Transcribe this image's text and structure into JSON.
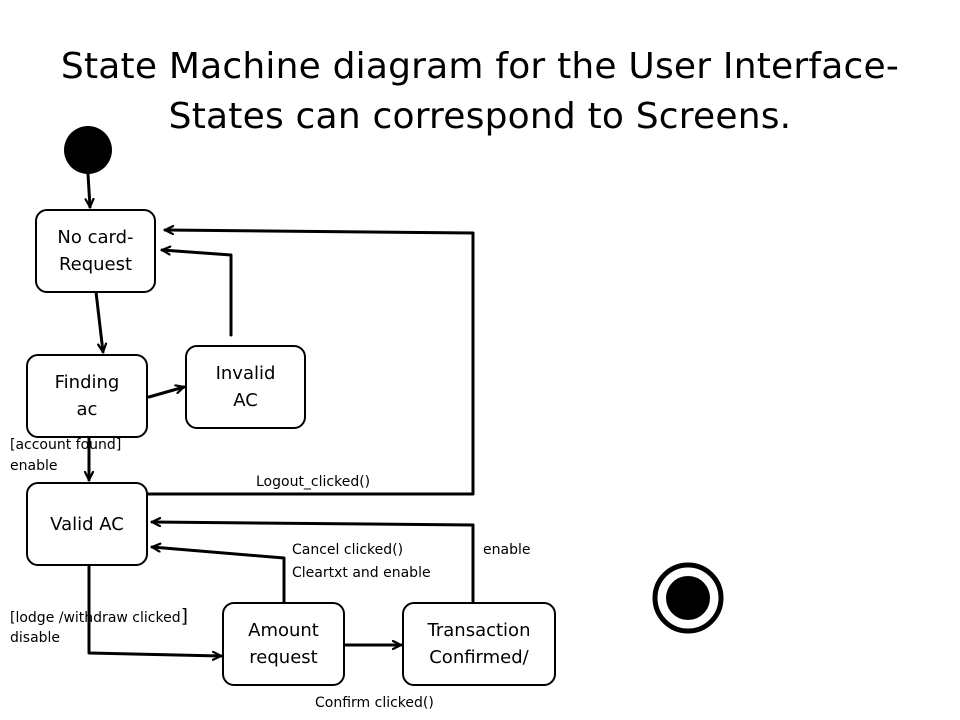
{
  "title": {
    "line1": "State Machine diagram for the User Interface-",
    "line2": "States can correspond to Screens."
  },
  "states": {
    "no_card": {
      "line1": "No card-",
      "line2": "Request"
    },
    "finding": {
      "line1": "Finding",
      "line2": "ac"
    },
    "invalid": {
      "line1": "Invalid",
      "line2": "AC"
    },
    "valid": {
      "line1": "Valid AC"
    },
    "amount": {
      "line1": "Amount",
      "line2": "request"
    },
    "transaction": {
      "line1": "Transaction",
      "line2": "Confirmed/"
    }
  },
  "labels": {
    "account_found": "[account found]",
    "account_found_enable": "enable",
    "logout": "Logout_clicked()",
    "cancel": "Cancel clicked()",
    "cleartxt": "Cleartxt and  enable",
    "enable": "enable",
    "lodge": "[lodge /withdraw clicked",
    "lodge_bracket": "]",
    "lodge_disable": "disable",
    "confirm": "Confirm clicked()"
  }
}
